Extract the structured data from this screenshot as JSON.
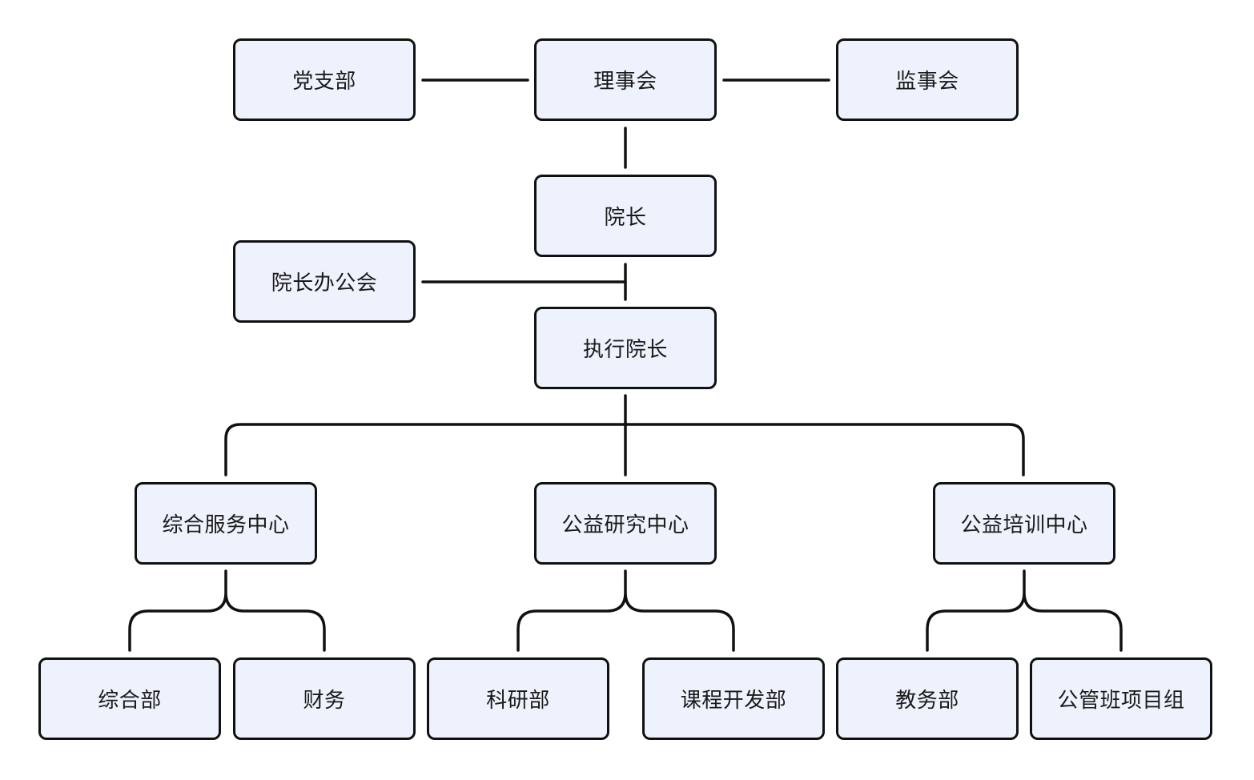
{
  "diagram": {
    "type": "org-chart",
    "colors": {
      "node_fill": "#eef2fc",
      "stroke": "#111111",
      "text": "#1a1a1a"
    },
    "nodes": {
      "dangzhibu": "党支部",
      "lishihui": "理事会",
      "jianshihui": "监事会",
      "yuanzhang": "院长",
      "yuanzhang_bangonghui": "院长办公会",
      "zhixing_yuanzhang": "执行院长",
      "zonghe_fuwu": "综合服务中心",
      "gongyi_yanjiu": "公益研究中心",
      "gongyi_peixun": "公益培训中心",
      "zonghebu": "综合部",
      "caiwu": "财务",
      "keyanbu": "科研部",
      "kecheng_kaifa": "课程开发部",
      "jiaowubu": "教务部",
      "gongguanban": "公管班项目组"
    },
    "edges": [
      [
        "lishihui",
        "dangzhibu"
      ],
      [
        "lishihui",
        "jianshihui"
      ],
      [
        "lishihui",
        "yuanzhang"
      ],
      [
        "yuanzhang",
        "zhixing_yuanzhang"
      ],
      [
        "yuanzhang_bangonghui",
        "yuanzhang"
      ],
      [
        "zhixing_yuanzhang",
        "zonghe_fuwu"
      ],
      [
        "zhixing_yuanzhang",
        "gongyi_yanjiu"
      ],
      [
        "zhixing_yuanzhang",
        "gongyi_peixun"
      ],
      [
        "zonghe_fuwu",
        "zonghebu"
      ],
      [
        "zonghe_fuwu",
        "caiwu"
      ],
      [
        "gongyi_yanjiu",
        "keyanbu"
      ],
      [
        "gongyi_yanjiu",
        "kecheng_kaifa"
      ],
      [
        "gongyi_peixun",
        "jiaowubu"
      ],
      [
        "gongyi_peixun",
        "gongguanban"
      ]
    ]
  }
}
